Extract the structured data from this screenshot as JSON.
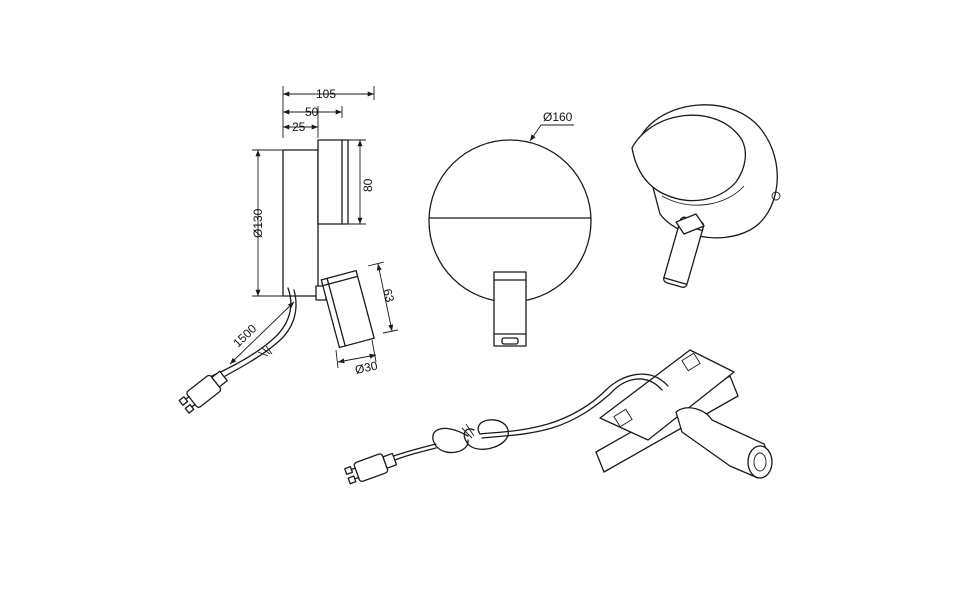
{
  "dimensions": {
    "width_total": "105",
    "width_mid": "50",
    "width_small": "25",
    "plate_diameter_side": "Ø130",
    "head_height": "80",
    "cable_length": "1500",
    "spot_length": "63",
    "spot_diameter": "Ø30",
    "front_diameter": "Ø160"
  }
}
